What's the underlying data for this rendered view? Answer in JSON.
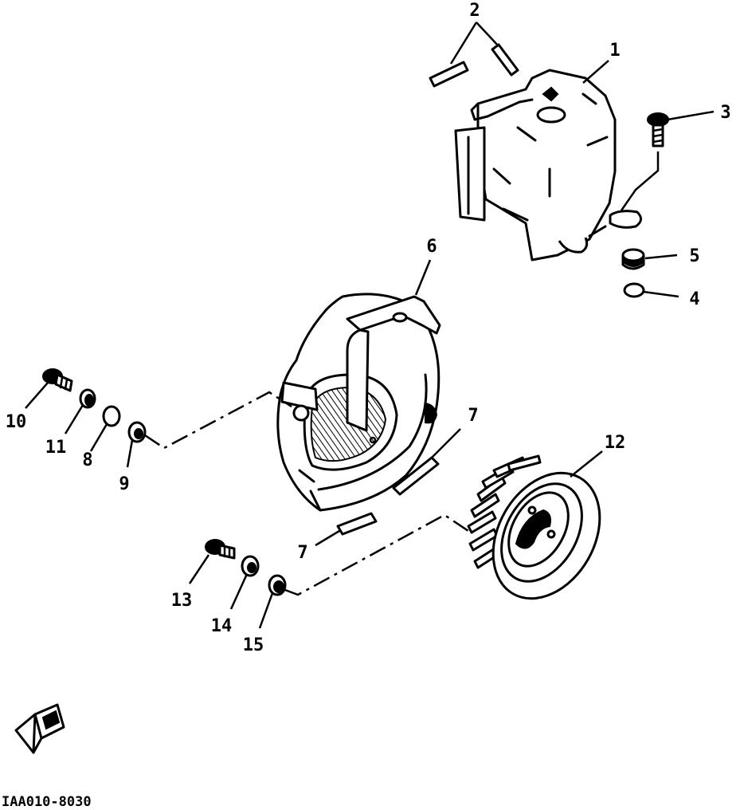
{
  "part_labels": {
    "p1": "1",
    "p2": "2",
    "p3": "3",
    "p4": "4",
    "p5": "5",
    "p6": "6",
    "p7a": "7",
    "p7b": "7",
    "p8": "8",
    "p9": "9",
    "p10": "10",
    "p11": "11",
    "p12": "12",
    "p13": "13",
    "p14": "14",
    "p15": "15"
  },
  "drawing_code": "IAA010-8030",
  "colors": {
    "ink": "#000000",
    "paper": "#ffffff"
  },
  "icons": {
    "corner_symbol": "book-icon"
  }
}
